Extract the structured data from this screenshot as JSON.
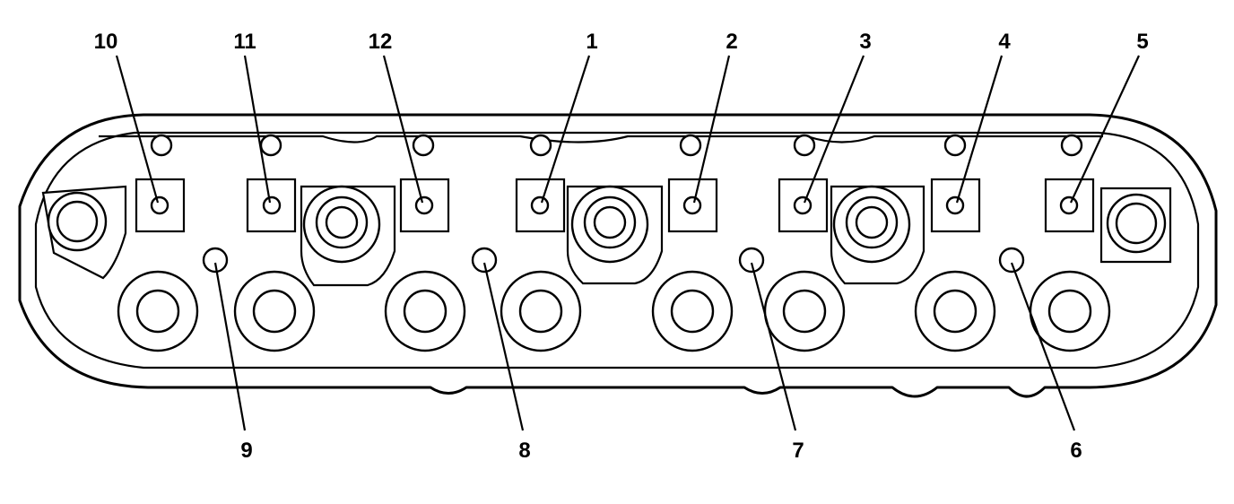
{
  "diagram": {
    "subject": "cylinder head bolt tightening sequence",
    "callouts_top": [
      "10",
      "11",
      "12",
      "1",
      "2",
      "3",
      "4",
      "5"
    ],
    "callouts_bottom": [
      "9",
      "8",
      "7",
      "6"
    ]
  }
}
